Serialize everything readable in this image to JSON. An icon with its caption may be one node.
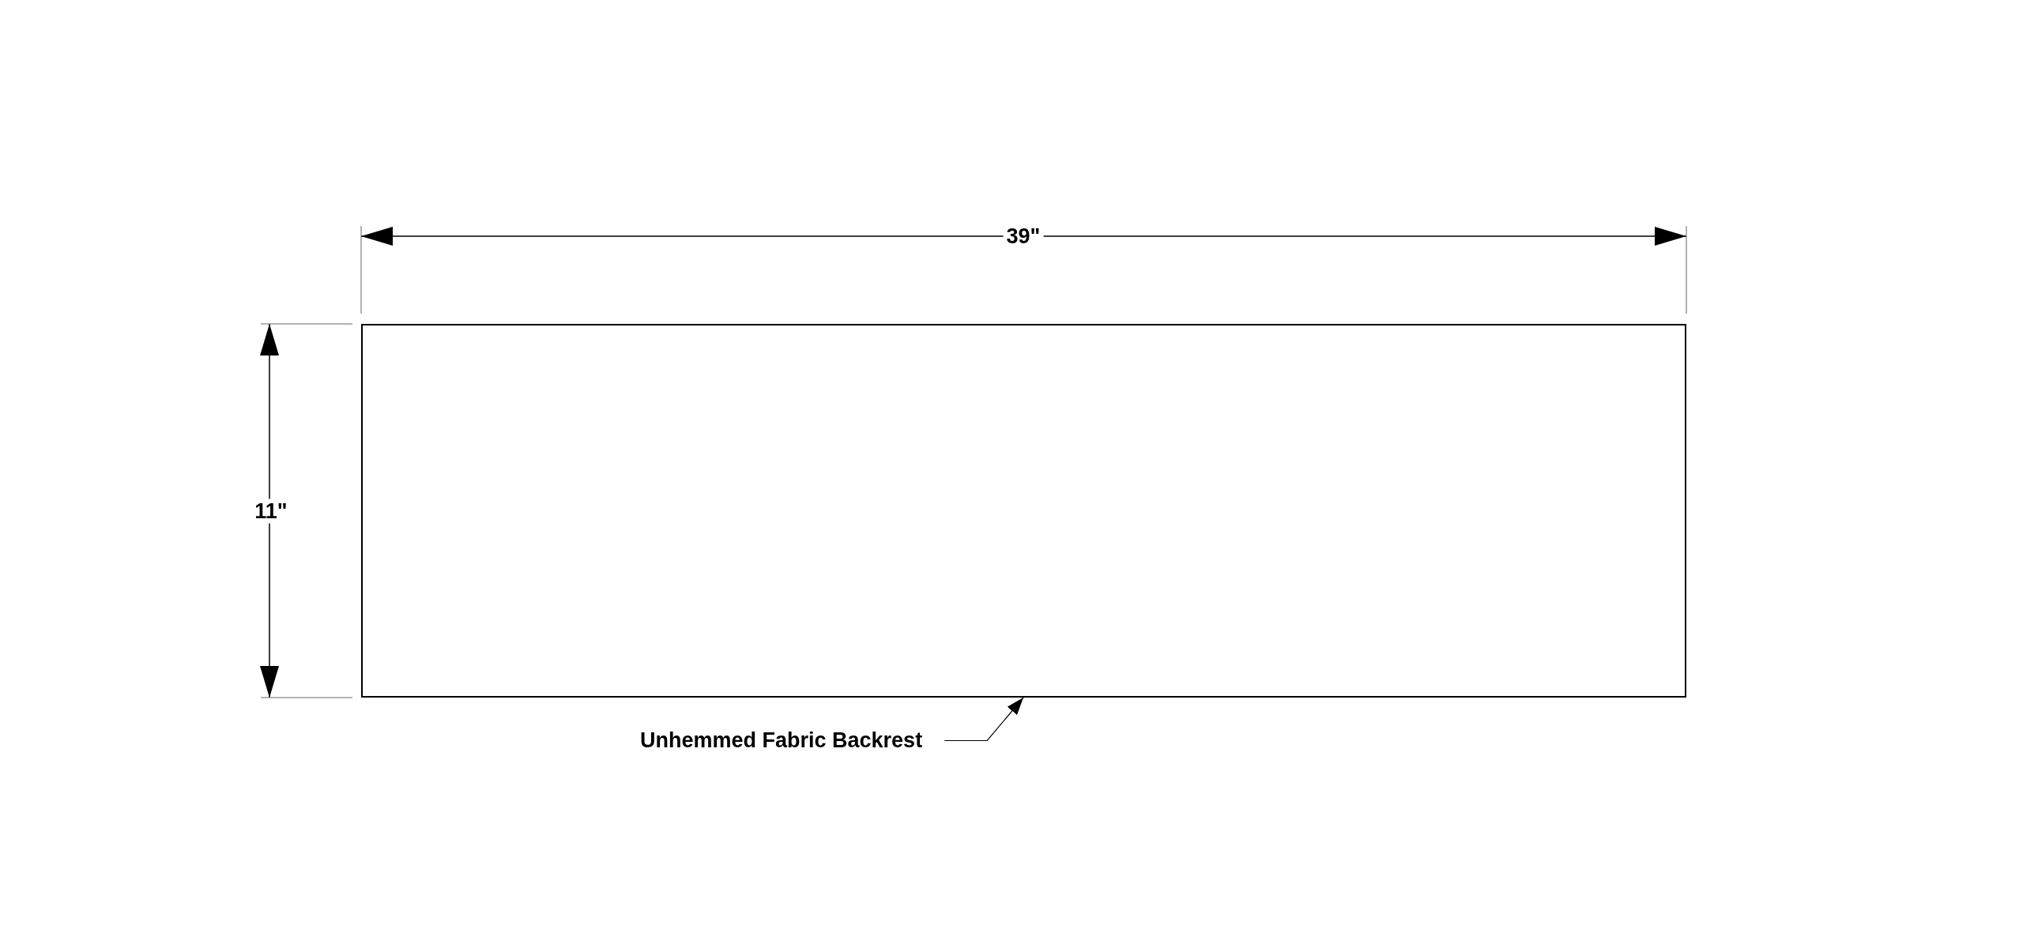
{
  "diagram": {
    "nodes": [
      {
        "text": [],
        "shape": "box"
      },
      {
        "text": [
          "Unhemmed Fabric Backrest"
        ]
      }
    ],
    "edges": [
      {
        "from": 1,
        "to": 0,
        "arrow": "to"
      }
    ],
    "labels": [
      "39\"",
      "11\""
    ]
  }
}
